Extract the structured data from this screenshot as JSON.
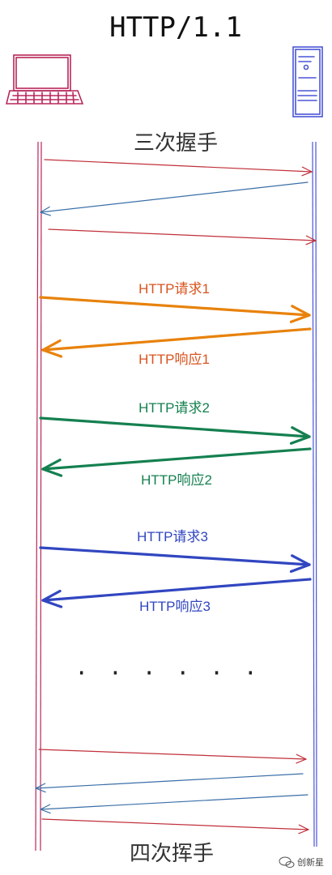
{
  "title": "HTTP/1.1",
  "handshake_label": "三次握手",
  "wave_label": "四次挥手",
  "ellipsis": "· · · · · ·",
  "watermark": "创新星",
  "colors": {
    "client": "#b8265a",
    "server": "#4a55d6",
    "request_thin": "#c0303a",
    "response_thin": "#3a6fa8",
    "pair1": "#e8820c",
    "pair1_text": "#d9531e",
    "pair2": "#148050",
    "pair3": "#3146c0"
  },
  "exchanges": [
    {
      "request": "HTTP请求1",
      "response": "HTTP响应1"
    },
    {
      "request": "HTTP请求2",
      "response": "HTTP响应2"
    },
    {
      "request": "HTTP请求3",
      "response": "HTTP响应3"
    }
  ]
}
